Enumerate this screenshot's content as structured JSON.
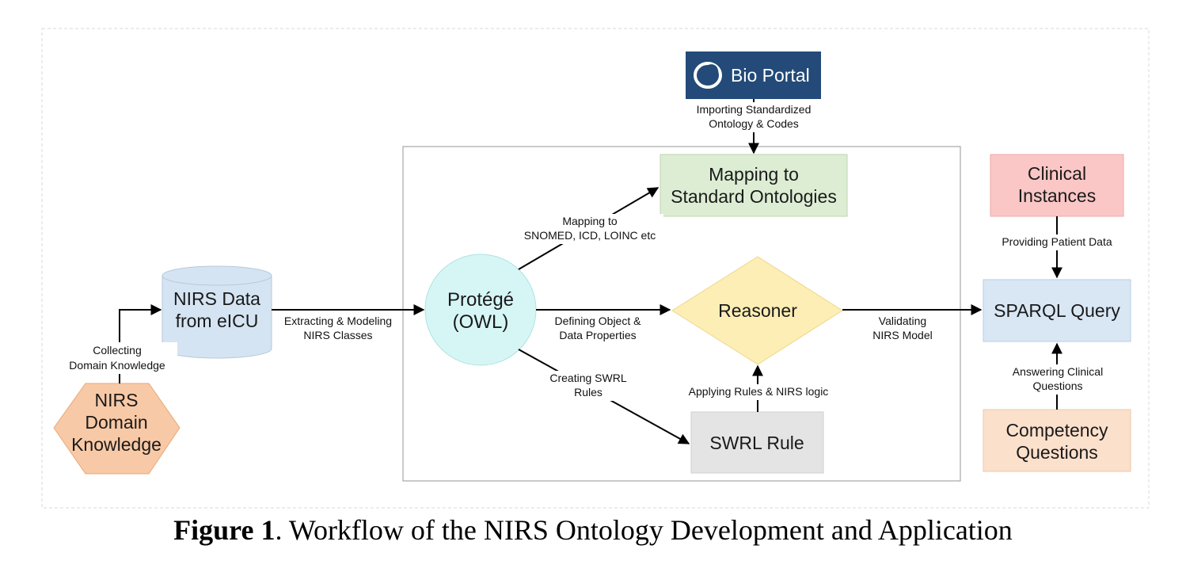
{
  "nodes": {
    "domain_knowledge": [
      "NIRS",
      "Domain",
      "Knowledge"
    ],
    "nirs_data": [
      "NIRS Data",
      "from eICU"
    ],
    "protege": [
      "Protégé",
      "(OWL)"
    ],
    "mapping": [
      "Mapping to",
      "Standard Ontologies"
    ],
    "reasoner": "Reasoner",
    "swrl_rule": "SWRL Rule",
    "bioportal": "Bio Portal",
    "clinical_instances": [
      "Clinical",
      "Instances"
    ],
    "sparql": "SPARQL Query",
    "competency": [
      "Competency",
      "Questions"
    ]
  },
  "edges": {
    "collecting": [
      "Collecting",
      "Domain Knowledge"
    ],
    "extracting": [
      "Extracting & Modeling",
      "NIRS Classes"
    ],
    "mapping_to": [
      "Mapping to",
      "SNOMED, ICD, LOINC etc"
    ],
    "defining": [
      "Defining Object &",
      "Data Properties"
    ],
    "creating_swrl": [
      "Creating SWRL",
      "Rules"
    ],
    "applying": "Applying Rules & NIRS logic",
    "importing": [
      "Importing Standardized",
      "Ontology & Codes"
    ],
    "validating": [
      "Validating",
      "NIRS Model"
    ],
    "providing": "Providing Patient Data",
    "answering": [
      "Answering Clinical",
      "Questions"
    ]
  },
  "caption": {
    "label": "Figure 1",
    "text": ". Workflow of the NIRS Ontology Development and Application"
  },
  "colors": {
    "hexagon": "#f8c9a6",
    "cylinder": "#d5e4f2",
    "circle": "#d6f6f6",
    "mapping_box": "#dcedd4",
    "diamond": "#fdeeb5",
    "swrl_box": "#e4e4e4",
    "bioportal": "#234a78",
    "clinical": "#fbc6c6",
    "sparql": "#d9e7f5",
    "competency": "#fbe0cc"
  }
}
